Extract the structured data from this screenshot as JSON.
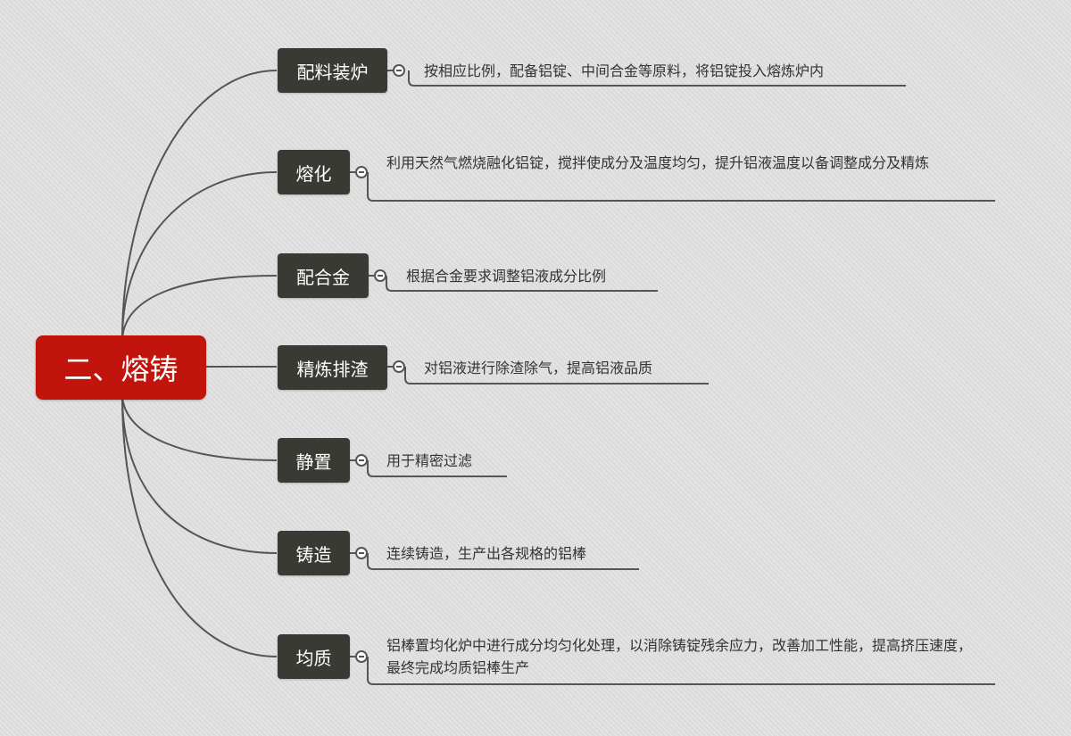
{
  "colors": {
    "background": "#dcdcdc",
    "root_fill": "#c0140c",
    "node_fill": "#3a3a34",
    "line": "#555555",
    "text": "#333333"
  },
  "root": {
    "label": "二、熔铸"
  },
  "steps": [
    {
      "label": "配料装炉",
      "description": "按相应比例，配备铝锭、中间合金等原料，将铝锭投入熔炼炉内"
    },
    {
      "label": "熔化",
      "description": "利用天然气燃烧融化铝锭，搅拌使成分及温度均匀，提升铝液温度以备调整成分及精炼"
    },
    {
      "label": "配合金",
      "description": "根据合金要求调整铝液成分比例"
    },
    {
      "label": "精炼排渣",
      "description": "对铝液进行除渣除气，提高铝液品质"
    },
    {
      "label": "静置",
      "description": "用于精密过滤"
    },
    {
      "label": "铸造",
      "description": "连续铸造，生产出各规格的铝棒"
    },
    {
      "label": "均质",
      "description": "铝棒置均化炉中进行成分均匀化处理，以消除铸锭残余应力，改善加工性能，提高挤压速度，最终完成均质铝棒生产"
    }
  ]
}
